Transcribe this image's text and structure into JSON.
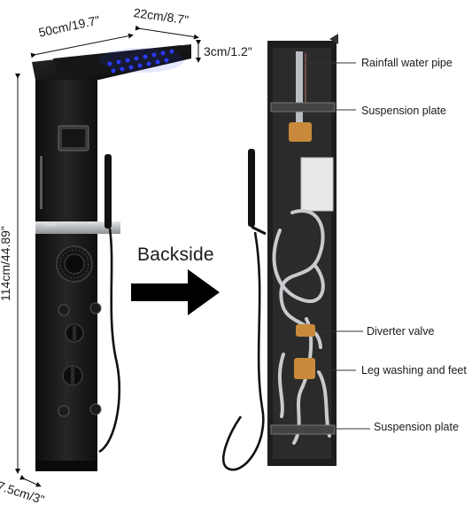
{
  "dimensions": {
    "width": "50cm/19.7\"",
    "depth": "22cm/8.7\"",
    "thickness": "3cm/1.2\"",
    "height": "114cm/44.89\"",
    "base": "7.5cm/3\""
  },
  "backside_label": "Backside",
  "callouts": [
    "Rainfall water pipe",
    "Suspension plate",
    "Diverter valve",
    "Leg washing and feet",
    "Suspension plate"
  ],
  "colors": {
    "panel": "#141414",
    "led": "#2b3cff",
    "steel": "#b9bcc0",
    "copper": "#c8893a",
    "arrow": "#000000"
  }
}
